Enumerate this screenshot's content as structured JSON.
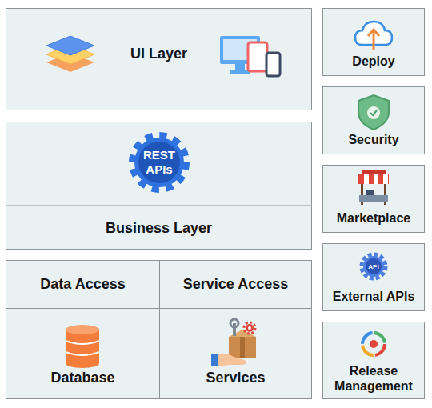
{
  "diagram": {
    "nodes": [
      {
        "text": [
          "UI Layer"
        ]
      },
      {
        "text": [
          "Business Layer"
        ]
      },
      {
        "text": [
          "REST APIs"
        ],
        "in": 1
      },
      {
        "text": [
          "Data Access"
        ]
      },
      {
        "text": [
          "Service Access"
        ]
      },
      {
        "text": [
          "Database"
        ]
      },
      {
        "text": [
          "Services"
        ]
      },
      {
        "text": [
          "Deploy"
        ]
      },
      {
        "text": [
          "Security"
        ]
      },
      {
        "text": [
          "Marketplace"
        ]
      },
      {
        "text": [
          "External APIs"
        ]
      },
      {
        "text": [
          "Release Management"
        ]
      }
    ],
    "labels": [
      "API"
    ]
  }
}
